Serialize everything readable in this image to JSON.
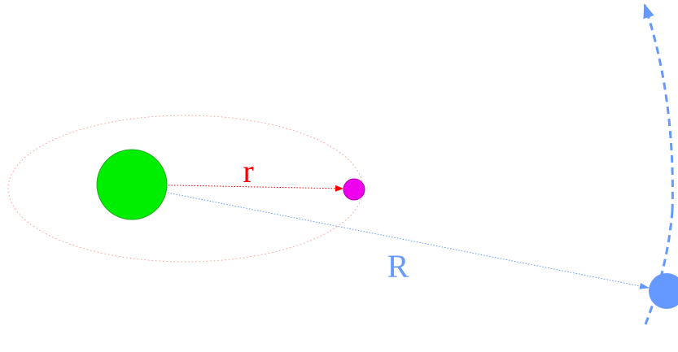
{
  "labels": {
    "small_distance": "r",
    "large_distance": "R"
  },
  "colors": {
    "background": "#ffffff",
    "central_body": "#00ee00",
    "central_body_stroke": "#22aa22",
    "orbiting_body": "#ee00ee",
    "orbiting_body_stroke": "#aa00aa",
    "distant_body": "#6699ff",
    "small_distance_line": "#ff0000",
    "small_orbit": "#ff9999",
    "large_distance_line": "#6699ff",
    "large_orbit": "#6699ff",
    "small_label": "#ff0000",
    "large_label": "#6699ff"
  },
  "icons": {
    "central_body": "green-circle",
    "orbiting_body": "magenta-circle",
    "distant_body": "blue-circle"
  }
}
